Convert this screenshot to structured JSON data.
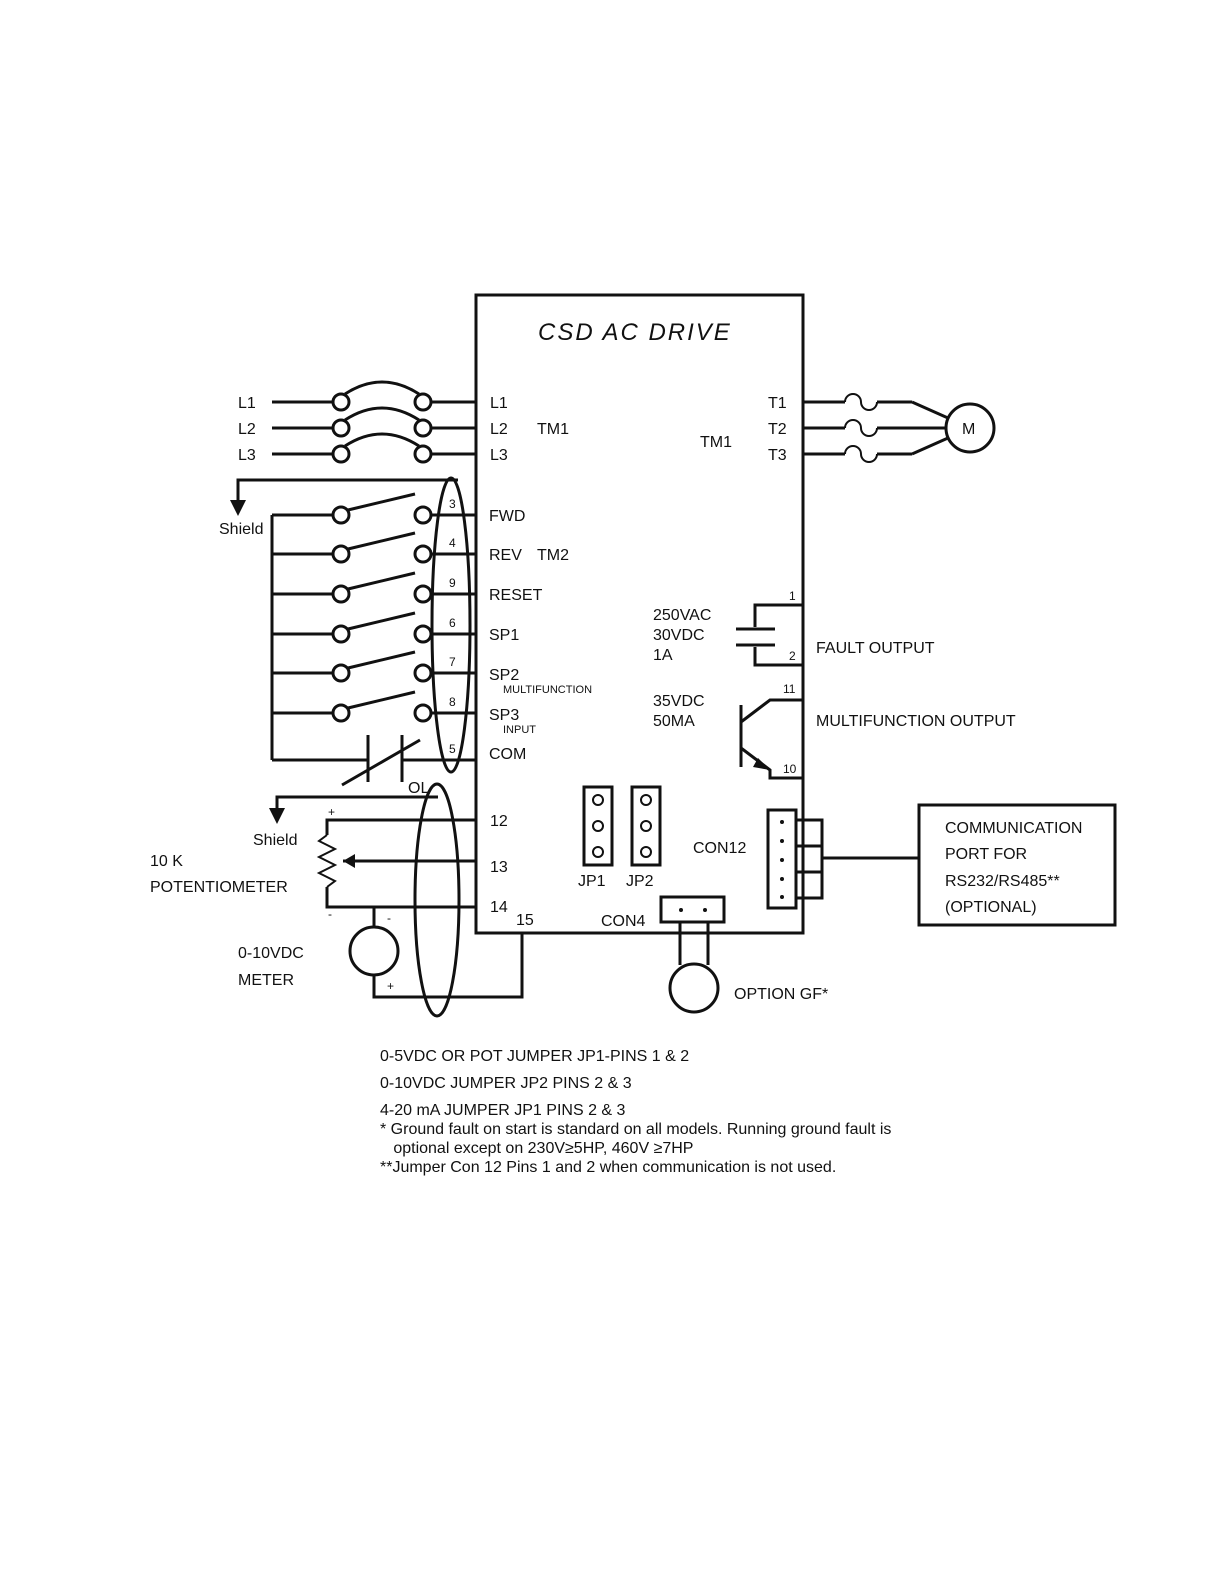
{
  "title": "CSD AC DRIVE",
  "line_inputs": [
    "L1",
    "L2",
    "L3"
  ],
  "drive_line_terms": [
    "L1",
    "L2",
    "L3"
  ],
  "tm1_left": "TM1",
  "tm1_right": "TM1",
  "motor_terms": [
    "T1",
    "T2",
    "T3"
  ],
  "motor": "M",
  "shield_top": "Shield",
  "shield_bottom": "Shield",
  "control_inputs": [
    {
      "num": "3",
      "label": "FWD"
    },
    {
      "num": "4",
      "label": "REV"
    },
    {
      "num": "9",
      "label": "RESET"
    },
    {
      "num": "6",
      "label": "SP1"
    },
    {
      "num": "7",
      "label": "SP2"
    },
    {
      "num": "8",
      "label": "SP3"
    },
    {
      "num": "5",
      "label": "COM"
    }
  ],
  "tm2": "TM2",
  "multifunction": "MULTIFUNCTION",
  "input": "INPUT",
  "ol": "OL",
  "relay_rating": [
    "250VAC",
    "30VDC",
    "1A"
  ],
  "transistor_rating": [
    "35VDC",
    "50MA"
  ],
  "fault_output": "FAULT OUTPUT",
  "fault_pins": [
    "1",
    "2"
  ],
  "multifunction_output": "MULTIFUNCTION OUTPUT",
  "mfo_pins": [
    "11",
    "10"
  ],
  "analog_terms": [
    "12",
    "13",
    "14",
    "15"
  ],
  "pot_label": [
    "10 K",
    "POTENTIOMETER"
  ],
  "meter_label": [
    "0-10VDC",
    "METER"
  ],
  "plus": "+",
  "minus": "-",
  "jp1": "JP1",
  "jp2": "JP2",
  "con12": "CON12",
  "con4": "CON4",
  "option_gf": "OPTION GF*",
  "comm_port": [
    "COMMUNICATION",
    "PORT FOR",
    "RS232/RS485**",
    "(OPTIONAL)"
  ],
  "notes": [
    "0-5VDC OR POT JUMPER JP1-PINS 1 & 2",
    "0-10VDC JUMPER JP2 PINS 2 & 3",
    "4-20 mA JUMPER JP1 PINS 2 & 3",
    "* Ground fault on start is standard on all models. Running ground fault is",
    "   optional except on 230V≥5HP, 460V ≥7HP",
    "**Jumper Con 12 Pins 1 and 2 when communication is not used."
  ]
}
